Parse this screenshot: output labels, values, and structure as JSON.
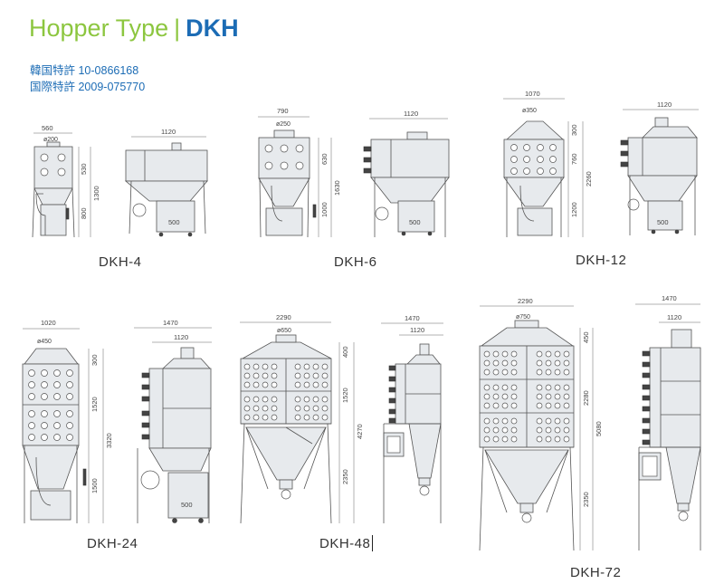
{
  "header": {
    "title_light": "Hopper Type",
    "separator": "|",
    "title_bold": "DKH"
  },
  "patents": [
    "韓国特許 10-0866168",
    "国際特許 2009-075770"
  ],
  "models": [
    {
      "name": "DKH-4",
      "dims": [
        "560",
        "ø200",
        "1120",
        "530",
        "1300",
        "800",
        "500"
      ]
    },
    {
      "name": "DKH-6",
      "dims": [
        "790",
        "ø250",
        "1120",
        "630",
        "1630",
        "1000",
        "500"
      ]
    },
    {
      "name": "DKH-12",
      "dims": [
        "1070",
        "ø350",
        "1120",
        "300",
        "760",
        "2260",
        "1200",
        "500"
      ]
    },
    {
      "name": "DKH-24",
      "dims": [
        "1020",
        "ø450",
        "1470",
        "1120",
        "300",
        "1520",
        "3320",
        "1500",
        "500"
      ]
    },
    {
      "name": "DKH-48",
      "dims": [
        "2290",
        "ø650",
        "1470",
        "1120",
        "400",
        "1520",
        "4270",
        "2350"
      ]
    },
    {
      "name": "DKH-72",
      "dims": [
        "2290",
        "ø750",
        "1470",
        "1120",
        "450",
        "2280",
        "5080",
        "2350"
      ]
    }
  ],
  "colors": {
    "title_green": "#8cc63f",
    "title_blue": "#1c6cb5",
    "machine_fill": "#e7eaed"
  }
}
